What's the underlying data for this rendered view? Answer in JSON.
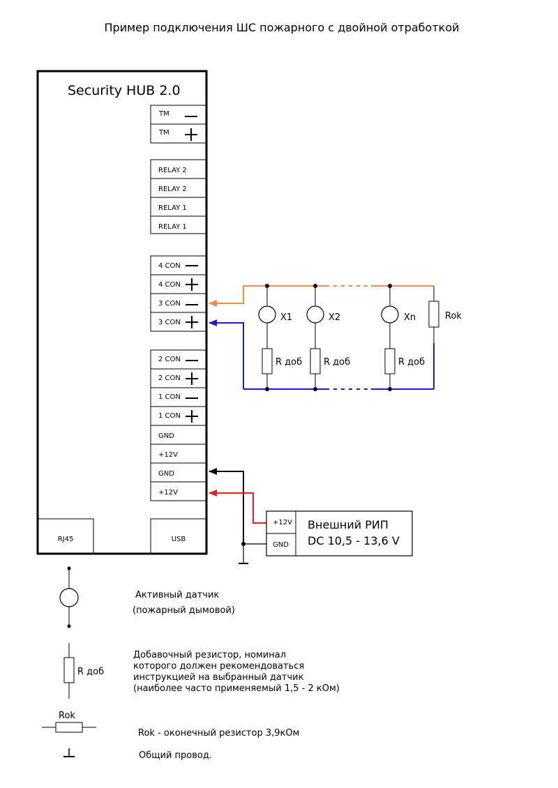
{
  "title": "Пример подключения ШС пожарного с двойной отработкой",
  "hub": {
    "name": "Security HUB 2.0",
    "terminals": {
      "tm_minus": "TM",
      "tm_plus": "TM",
      "relay2a": "RELAY 2",
      "relay2b": "RELAY 2",
      "relay1a": "RELAY 1",
      "relay1b": "RELAY 1",
      "con4_minus": "4 CON",
      "con4_plus": "4 CON",
      "con3_minus": "3 CON",
      "con3_plus": "3 CON",
      "con2_minus": "2 CON",
      "con2_plus": "2 CON",
      "con1_minus": "1 CON",
      "con1_plus": "1 CON",
      "gnd1": "GND",
      "v12_1": "+12V",
      "gnd2": "GND",
      "v12_2": "+12V"
    },
    "ports": {
      "rj45": "RJ45",
      "usb": "USB"
    }
  },
  "circuit": {
    "sensor1": "X1",
    "sensor2": "X2",
    "sensorN": "Xn",
    "r_add1": "R доб",
    "r_add2": "R доб",
    "r_add3": "R доб",
    "r_end": "Rok"
  },
  "psu": {
    "plus_label": "+12V",
    "gnd_label": "GND",
    "name_line1": "Внешний РИП",
    "name_line2": "DC 10,5 - 13,6 V"
  },
  "legend": {
    "sensor_line1": "Активный датчик",
    "sensor_line2": "(пожарный дымовой)",
    "r_add_label": "R доб",
    "r_add_desc1": "Добавочный резистор, номинал",
    "r_add_desc2": "которого должен рекомендоваться",
    "r_add_desc3": "инструкцией на выбранный датчик",
    "r_add_desc4": "(наиболее часто применяемый 1,5 - 2 кОм)",
    "r_end_label": "Rok",
    "r_end_desc": "Rok - оконечный резистор 3,9кОм",
    "ground_desc": "Общий провод."
  },
  "colors": {
    "orange_wire": "#f0894a",
    "blue_wire": "#1a1ad0",
    "red_wire": "#e02020",
    "black": "#000000"
  }
}
